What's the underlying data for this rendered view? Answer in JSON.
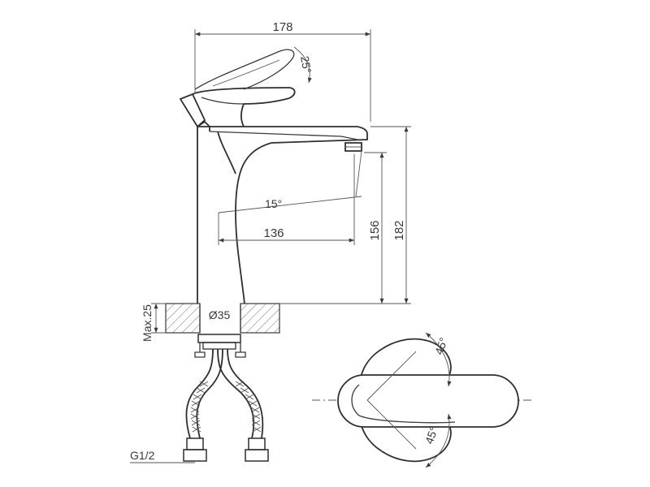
{
  "dimensions": {
    "total_width": "178",
    "handle_angle": "25°",
    "spout_angle": "15°",
    "spout_reach": "136",
    "spout_height": "156",
    "total_height": "182",
    "max_deck_thickness": "Max.25",
    "hole_diameter": "Ø35",
    "hose_thread": "G1/2",
    "top_view_angle_upper": "45°",
    "top_view_angle_lower": "45°"
  },
  "colors": {
    "line": "#3a3a3a",
    "background": "#ffffff"
  }
}
